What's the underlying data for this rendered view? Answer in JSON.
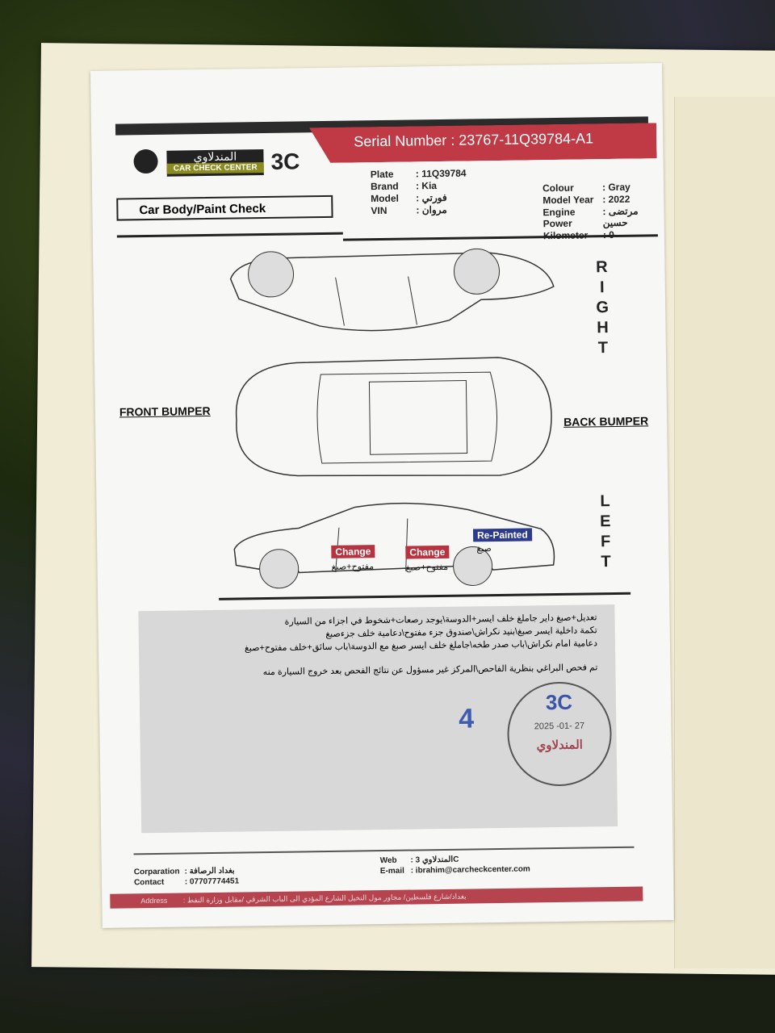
{
  "header": {
    "serial_label": "Serial Number :",
    "serial_value": "23767-11Q39784-A1",
    "logo_ar": "المندلاوي",
    "logo_en": "CAR CHECK CENTER",
    "logo_mark": "3C",
    "form_title": "Car Body/Paint Check"
  },
  "vehicle": {
    "left": [
      {
        "label": "Plate",
        "value": ": 11Q39784"
      },
      {
        "label": "Brand",
        "value": ": Kia"
      },
      {
        "label": "Model",
        "value": ": فورتي"
      },
      {
        "label": "VIN",
        "value": ": مروان"
      }
    ],
    "right": [
      {
        "label": "Colour",
        "value": ": Gray"
      },
      {
        "label": "Model Year",
        "value": ": 2022"
      },
      {
        "label": "Engine Power",
        "value": ": مرتضى حسين"
      },
      {
        "label": "Kilometer",
        "value": ": 0"
      }
    ]
  },
  "diagram": {
    "right_label": "RIGHT",
    "left_label": "LEFT",
    "front_bumper": "FRONT BUMPER",
    "back_bumper": "BACK BUMPER",
    "marks": [
      {
        "label": "Change",
        "note": "مفتوح+صبغ",
        "color": "#b5343f"
      },
      {
        "label": "Change",
        "note": "مفتوح+صبغ",
        "color": "#b5343f"
      },
      {
        "label": "Re-Painted",
        "note": "صبغ",
        "color": "#2d3b8e"
      }
    ]
  },
  "notes": {
    "lines": [
      "تعديل+صبغ داير جاملغ خلف ايسر+الدوسة\\يوجد رصعات+شخوط في اجزاء من السيارة",
      "تكمة داخلية ايسر صبغ\\بنيد نكراش\\صندوق جزء مفتوح\\دعامية خلف جزءصبغ",
      "دعامية امام نكراش\\باب صدر طخه\\جاملغ خلف ايسر صبغ مع الدوسة\\باب سائق+خلف مفتوح+صبغ"
    ],
    "disclaimer": "تم فحص البراغي بنظرية الفاحص\\المركز غير مسؤول عن نتائج الفحص بعد خروج السيارة منه",
    "handwritten_number": "4",
    "stamp": {
      "mark": "3C",
      "date": "2025 -01- 27",
      "name": "المندلاوي"
    }
  },
  "footer": {
    "corporation_label": "Corparation",
    "corporation_value": ": بغداد الرصافة",
    "contact_label": "Contact",
    "contact_value": ": 07707774451",
    "web_label": "Web",
    "web_value": ": المندلاوي 3C",
    "email_label": "E-mail",
    "email_value": ": ibrahim@carcheckcenter.com",
    "address_label": "Address",
    "address_value": ": بغداد/شارع فلسطين/ مجاور مول النخيل الشارع المؤدي الى الباب الشرقي /مقابل وزارة النفط"
  }
}
